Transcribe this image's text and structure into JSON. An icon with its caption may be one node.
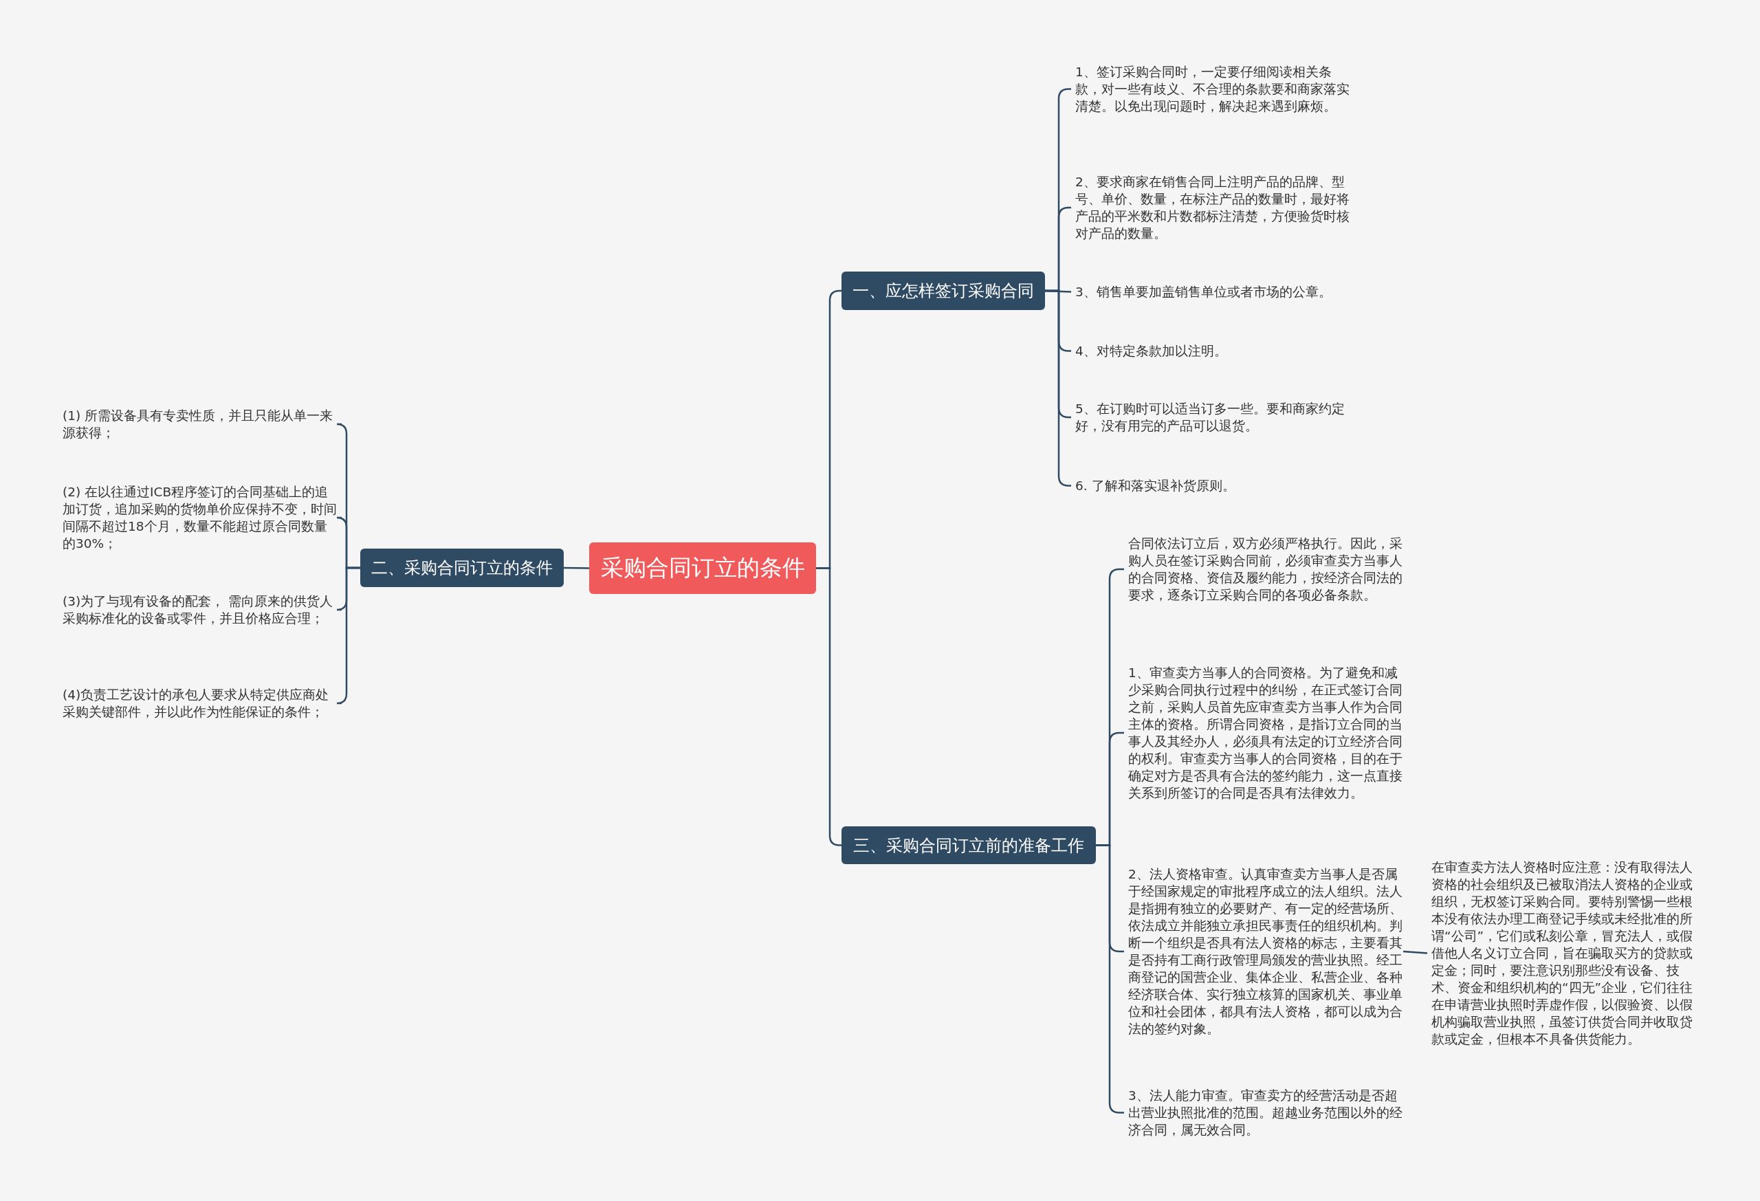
{
  "diagram": {
    "nodes": [
      {
        "text": [
          "采购合同订立的条件"
        ]
      },
      {
        "text": [
          "一、应怎样签订采购合同"
        ]
      },
      {
        "text": [
          "1、签订采购合同时，一定要仔细阅读相关条款，对一些有歧义、不合理的条款要和商家落实清楚。以免出现问题时，解决起来遇到麻烦。"
        ]
      },
      {
        "text": [
          "2、要求商家在销售合同上注明产品的品牌、型号、单价、数量，在标注产品的数量时，最好将产品的平米数和片数都标注清楚，方便验货时核对产品的数量。"
        ]
      },
      {
        "text": [
          "3、销售单要加盖销售单位或者市场的公章。"
        ]
      },
      {
        "text": [
          "4、对特定条款加以注明。"
        ]
      },
      {
        "text": [
          "5、在订购时可以适当订多一些。要和商家约定好，没有用完的产品可以退货。"
        ]
      },
      {
        "text": [
          "6. 了解和落实退补货原则。"
        ]
      },
      {
        "text": [
          "二、采购合同订立的条件"
        ]
      },
      {
        "text": [
          "(1) 所需设备具有专卖性质，并且只能从单一来源获得；"
        ]
      },
      {
        "text": [
          "(2) 在以往通过ICB程序签订的合同基础上的追加订货，追加采购的货物单价应保持不变，时间间隔不超过18个月，数量不能超过原合同数量的30%；"
        ]
      },
      {
        "text": [
          "(3)为了与现有设备的配套， 需向原来的供货人采购标准化的设备或零件，并且价格应合理；"
        ]
      },
      {
        "text": [
          "(4)负责工艺设计的承包人要求从特定供应商处采购关键部件，并以此作为性能保证的条件；"
        ]
      },
      {
        "text": [
          "三、采购合同订立前的准备工作"
        ]
      },
      {
        "text": [
          "合同依法订立后，双方必须严格执行。因此，采购人员在签订采购合同前，必须审查卖方当事人的合同资格、资信及履约能力，按经济合同法的要求，逐条订立采购合同的各项必备条款。"
        ]
      },
      {
        "text": [
          "1、审查卖方当事人的合同资格。为了避免和减少采购合同执行过程中的纠纷，在正式签订合同之前，采购人员首先应审查卖方当事人作为合同主体的资格。所谓合同资格，是指订立合同的当事人及其经办人，必须具有法定的订立经济合同的权利。审查卖方当事人的合同资格，目的在于确定对方是否具有合法的签约能力，这一点直接关系到所签订的合同是否具有法律效力。"
        ]
      },
      {
        "text": [
          "2、法人资格审查。认真审查卖方当事人是否属于经国家规定的审批程序成立的法人组织。法人是指拥有独立的必要财产、有一定的经营场所、依法成立并能独立承担民事责任的组织机构。判断一个组织是否具有法人资格的标志，主要看其是否持有工商行政管理局颁发的营业执照。经工商登记的国营企业、集体企业、私营企业、各种经济联合体、实行独立核算的国家机关、事业单位和社会团体，都具有法人资格，都可以成为合法的签约对象。"
        ]
      },
      {
        "text": [
          "3、法人能力审查。审查卖方的经营活动是否超出营业执照批准的范围。超越业务范围以外的经济合同，属无效合同。"
        ]
      },
      {
        "text": [
          "在审查卖方法人资格时应注意：没有取得法人资格的社会组织及已被取消法人资格的企业或组织，无权签订采购合同。要特别警惕一些根本没有依法办理工商登记手续或未经批准的所谓“公司”，它们或私刻公章，冒充法人，或假借他人名义订立合同，旨在骗取买方的贷款或定金；同时，要注意识别那些没有设备、技术、资金和组织机构的“四无”企业，它们往往在申请营业执照时弄虚作假，以假验资、以假机构骗取营业执照，虽签订供货合同并收取贷款或定金，但根本不具备供货能力。"
        ]
      }
    ],
    "edges": [
      {
        "from": 0,
        "to": 1,
        "arrow": "none"
      },
      {
        "from": 0,
        "to": 8,
        "arrow": "none"
      },
      {
        "from": 0,
        "to": 13,
        "arrow": "none"
      },
      {
        "from": 1,
        "to": 2,
        "arrow": "none"
      },
      {
        "from": 1,
        "to": 3,
        "arrow": "none"
      },
      {
        "from": 1,
        "to": 4,
        "arrow": "none"
      },
      {
        "from": 1,
        "to": 5,
        "arrow": "none"
      },
      {
        "from": 1,
        "to": 6,
        "arrow": "none"
      },
      {
        "from": 1,
        "to": 7,
        "arrow": "none"
      },
      {
        "from": 8,
        "to": 9,
        "arrow": "none"
      },
      {
        "from": 8,
        "to": 10,
        "arrow": "none"
      },
      {
        "from": 8,
        "to": 11,
        "arrow": "none"
      },
      {
        "from": 8,
        "to": 12,
        "arrow": "none"
      },
      {
        "from": 13,
        "to": 14,
        "arrow": "none"
      },
      {
        "from": 13,
        "to": 15,
        "arrow": "none"
      },
      {
        "from": 13,
        "to": 16,
        "arrow": "none"
      },
      {
        "from": 13,
        "to": 17,
        "arrow": "none"
      },
      {
        "from": 16,
        "to": 18,
        "arrow": "none"
      }
    ]
  }
}
